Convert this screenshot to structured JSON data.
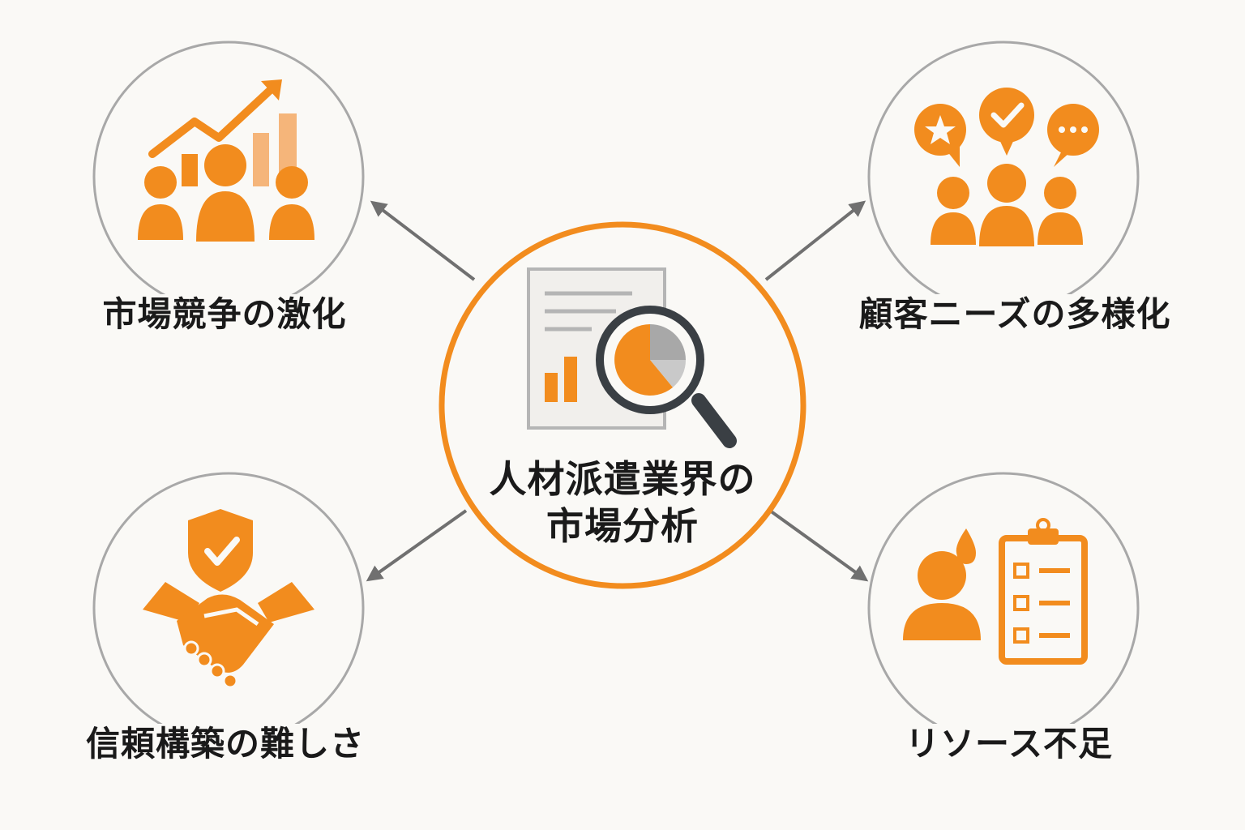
{
  "center": {
    "title_line1": "人材派遣業界の",
    "title_line2": "市場分析"
  },
  "nodes": [
    {
      "id": "top-left",
      "label": "市場競争の激化",
      "icon": "competition-growth-icon"
    },
    {
      "id": "top-right",
      "label": "顧客ニーズの多様化",
      "icon": "customer-needs-icon"
    },
    {
      "id": "bottom-left",
      "label": "信頼構築の難しさ",
      "icon": "trust-handshake-icon"
    },
    {
      "id": "bottom-right",
      "label": "リソース不足",
      "icon": "resource-shortage-icon"
    }
  ],
  "colors": {
    "accent": "#f28c1e",
    "accent_light": "#f5b57a",
    "ring_gray": "#a8a8a8",
    "arrow_gray": "#707070",
    "text": "#1a1a1a",
    "background": "#faf9f6"
  }
}
